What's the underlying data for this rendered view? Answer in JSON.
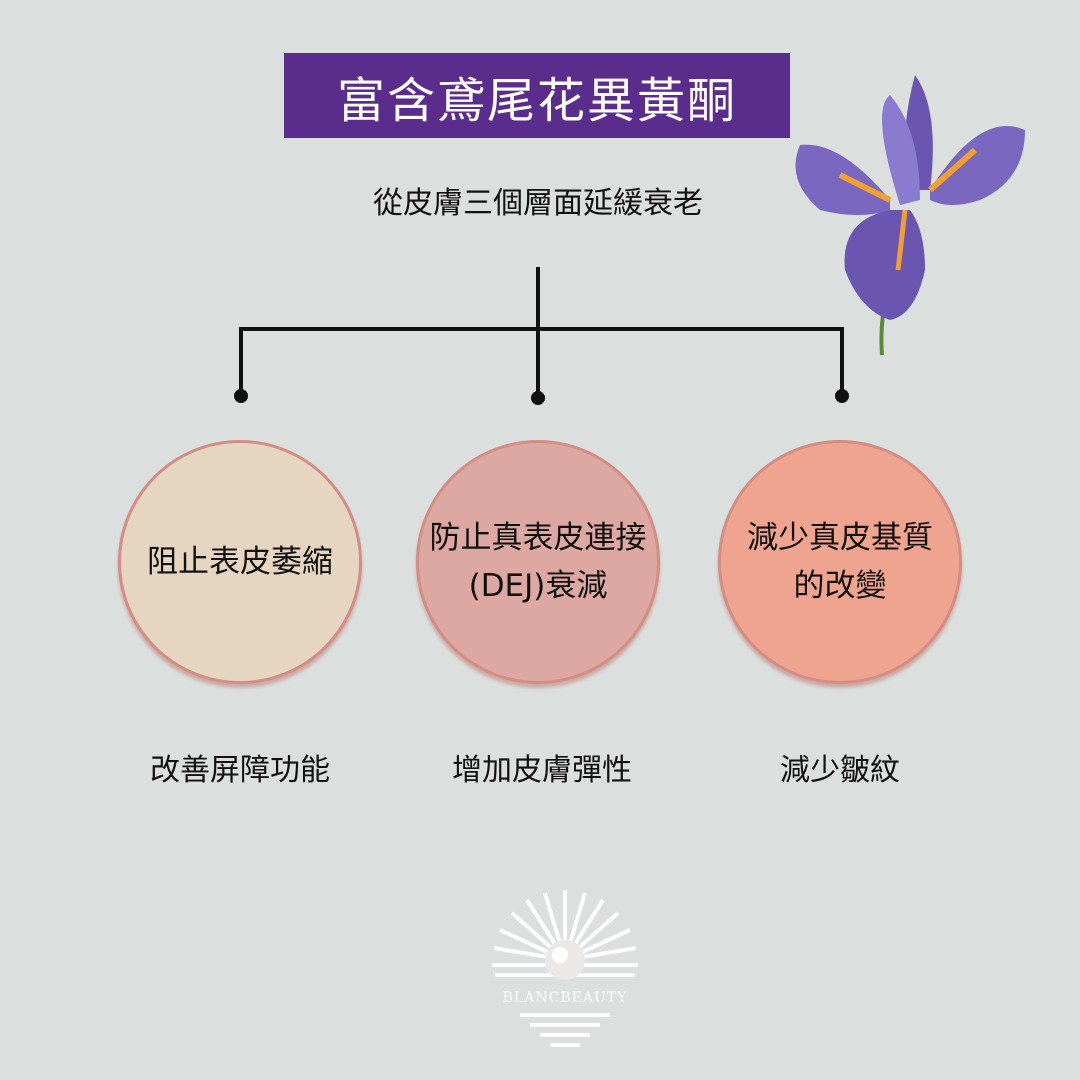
{
  "title": "富含鳶尾花異黃酮",
  "subtitle": "從皮膚三個層面延緩衰老",
  "branches": [
    {
      "circle_line1": "阻止表皮萎縮",
      "circle_line2": "",
      "caption": "改善屏障功能",
      "color": "#e6d5c0"
    },
    {
      "circle_line1": "防止真表皮連接",
      "circle_line2": "(DEJ)衰減",
      "caption": "增加皮膚彈性",
      "color": "#dca8a1"
    },
    {
      "circle_line1": "減少真皮基質",
      "circle_line2": "的改變",
      "caption": "減少皺紋",
      "color": "#eea48f"
    }
  ],
  "logo": {
    "text": "BLANCBEAUTY"
  },
  "colors": {
    "title_bg": "#5a2d8c",
    "background": "#dbe0df"
  }
}
